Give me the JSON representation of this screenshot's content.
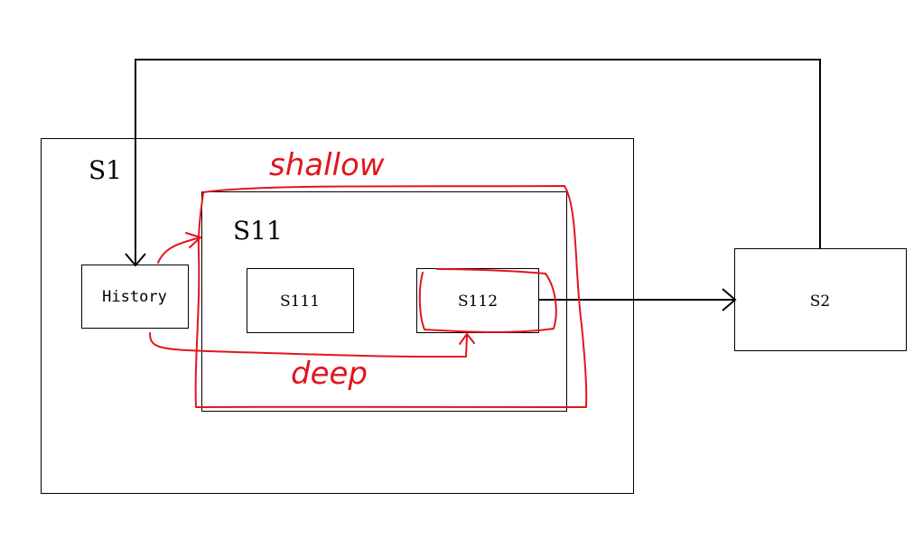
{
  "states": {
    "s1": {
      "label": "S1"
    },
    "s11": {
      "label": "S11"
    },
    "history": {
      "label": "History"
    },
    "s111": {
      "label": "S111"
    },
    "s112": {
      "label": "S112"
    },
    "s2": {
      "label": "S2"
    }
  },
  "annotations": {
    "shallow": "shallow",
    "deep": "deep"
  },
  "colors": {
    "annotation": "#e0161d",
    "outline": "#000000"
  }
}
